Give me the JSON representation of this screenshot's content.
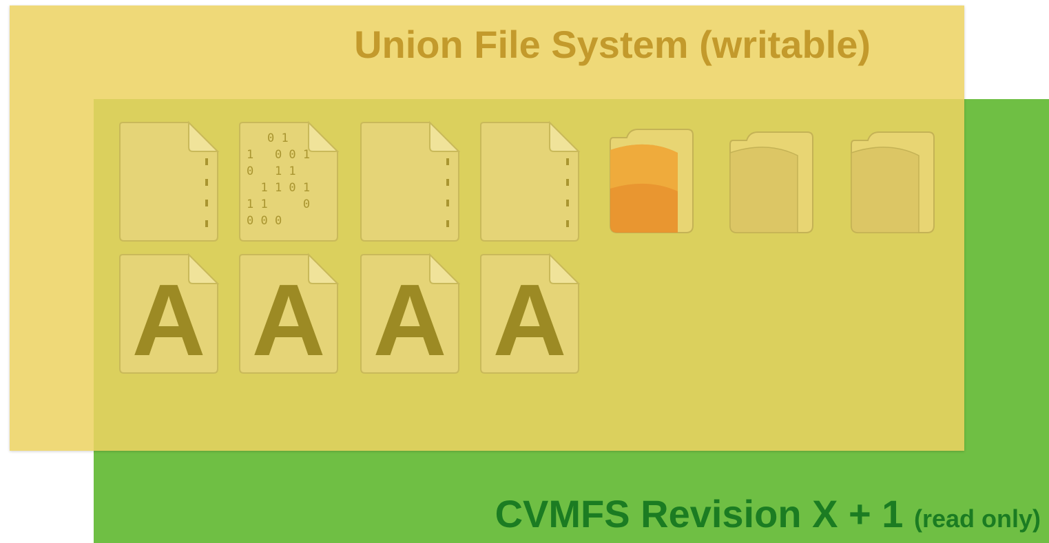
{
  "layers": {
    "union": {
      "label": "Union File System (writable)"
    },
    "cvmfs": {
      "label_main": "CVMFS Revision X + 1",
      "label_suffix": "(read only)"
    }
  },
  "colors": {
    "green": "#6fbf44",
    "yellow": "#ecd362",
    "union_text": "#c39a2c",
    "cvmfs_text": "#1b7c22",
    "orange_folder": "#e8902a"
  },
  "icons_row1": [
    "document-icon",
    "binary-file-icon",
    "document-icon",
    "document-icon",
    "folder-orange-icon",
    "folder-icon",
    "folder-icon"
  ],
  "icons_row2": [
    "font-file-icon",
    "font-file-icon",
    "font-file-icon",
    "font-file-icon"
  ],
  "binary_digits": [
    "0 1",
    "1   0 0 1",
    "0   1 1",
    "  1 1 0 1",
    "1 1     0",
    "0 0 0"
  ],
  "font_glyph": "A"
}
